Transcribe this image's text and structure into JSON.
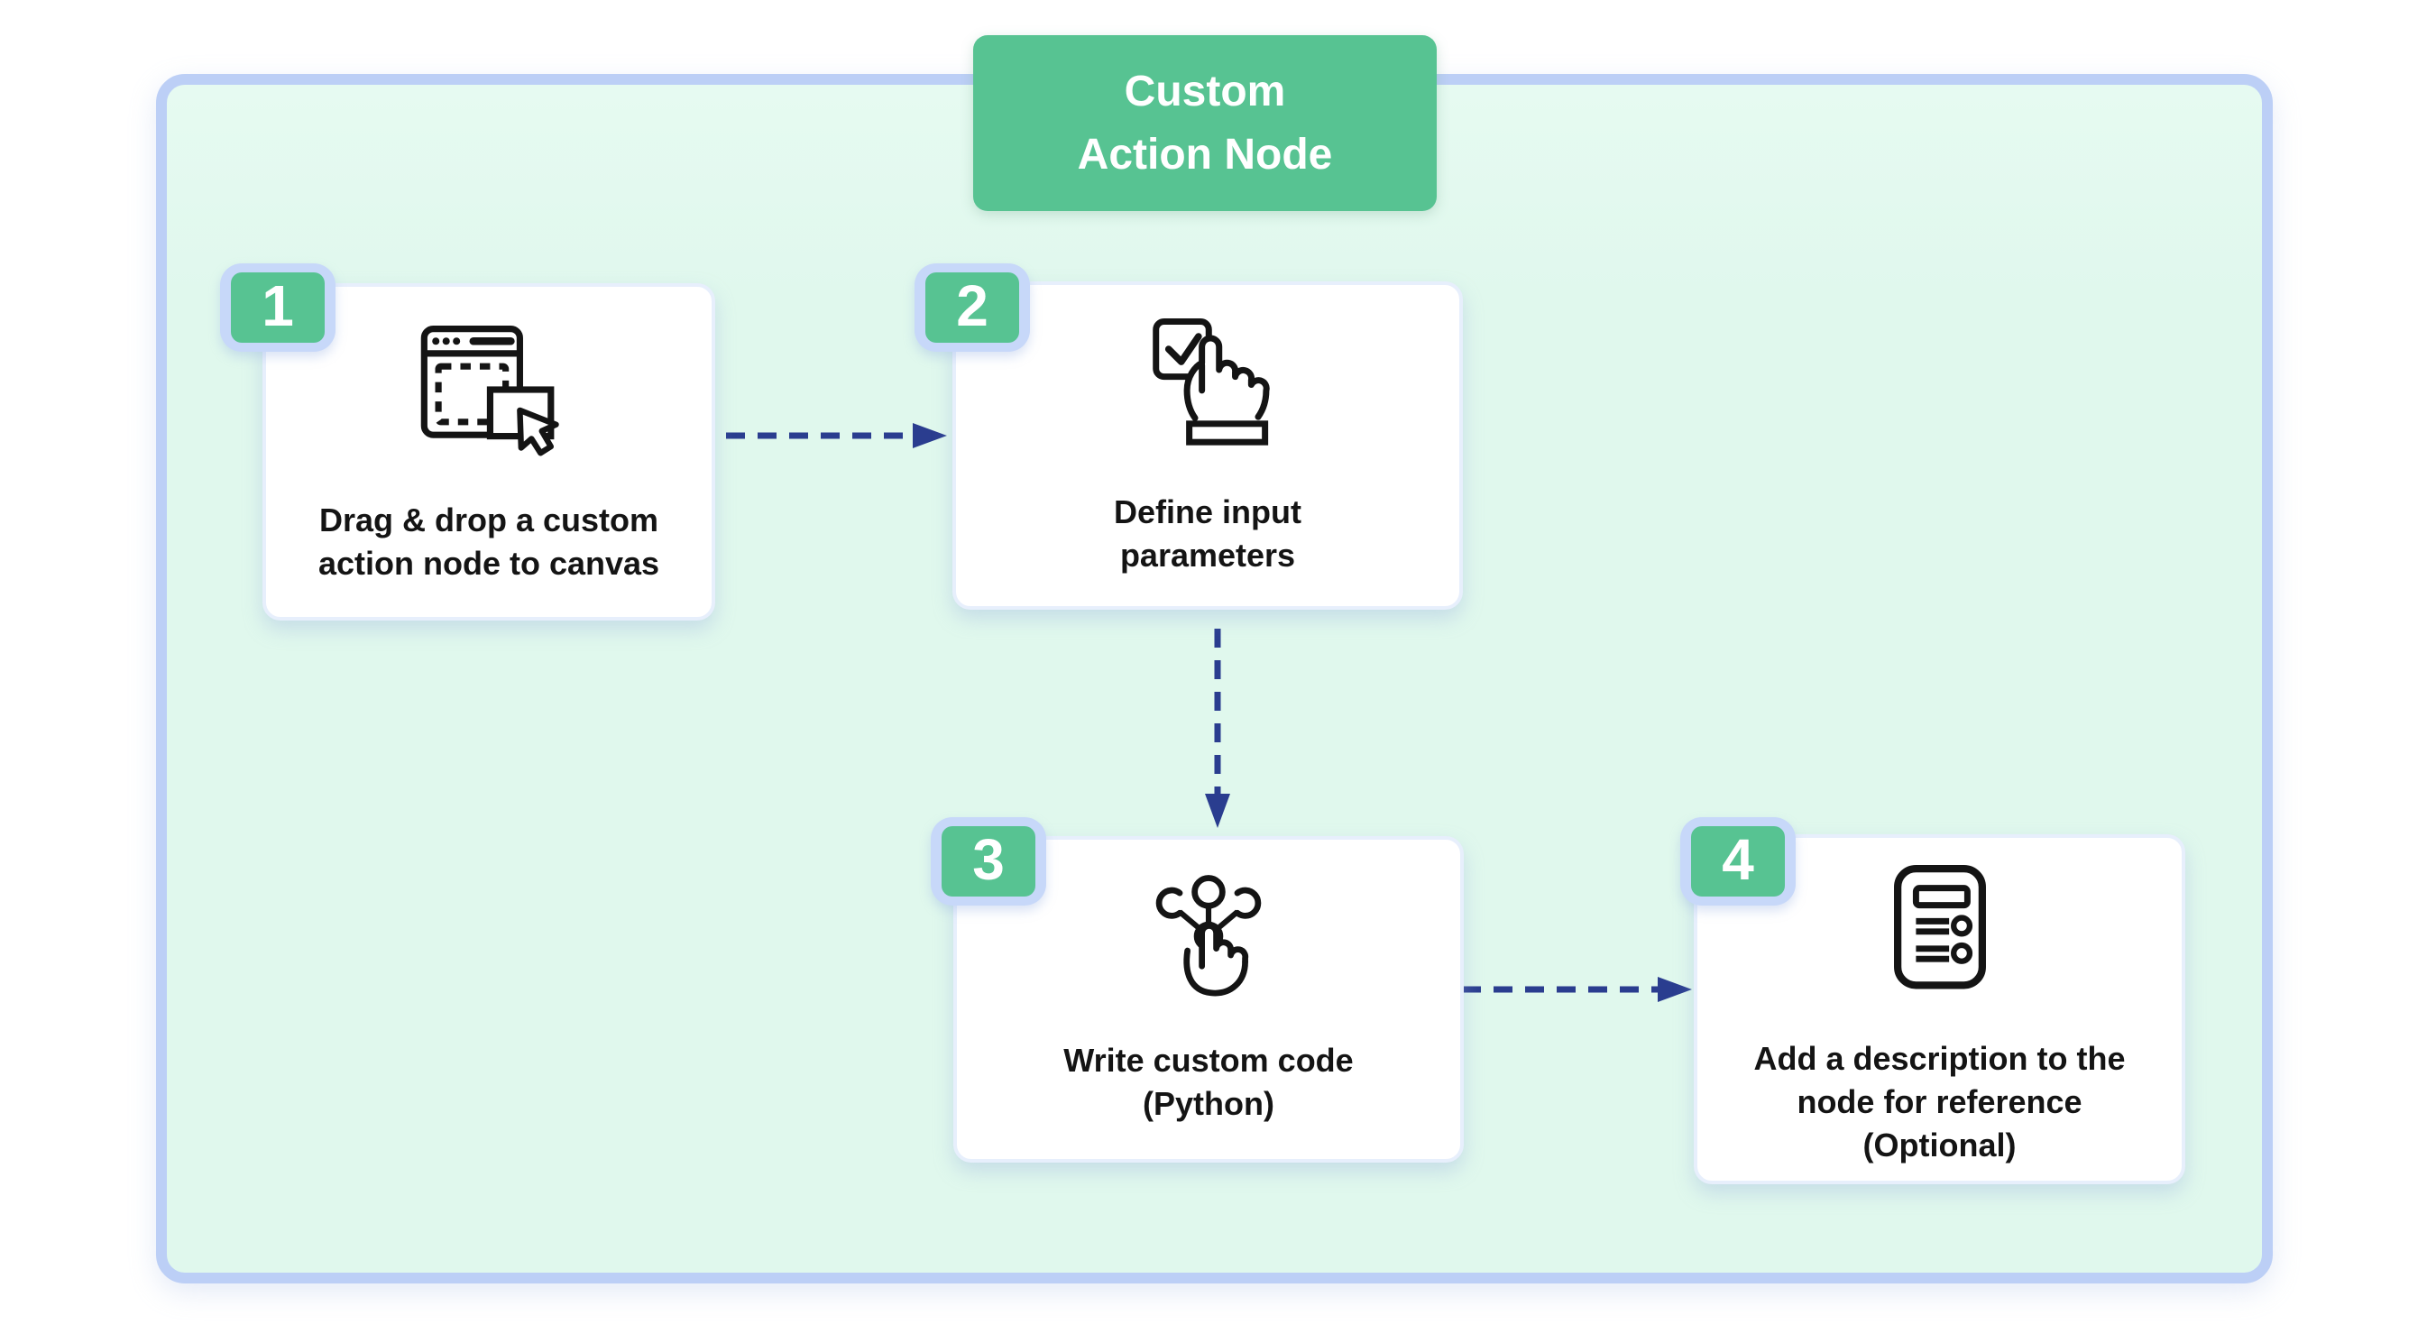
{
  "title_badge": {
    "line1": "Custom",
    "line2": "Action Node"
  },
  "steps": [
    {
      "number": "1",
      "label": "Drag & drop a custom action node to canvas",
      "icon": "drag-drop-icon"
    },
    {
      "number": "2",
      "label": "Define input parameters",
      "icon": "checkbox-tap-icon"
    },
    {
      "number": "3",
      "label": "Write custom code (Python)",
      "icon": "network-tap-icon"
    },
    {
      "number": "4",
      "label": "Add a description to the node for reference (Optional)",
      "icon": "description-list-icon"
    }
  ],
  "arrows": [
    {
      "from": "step-1",
      "to": "step-2",
      "direction": "right",
      "style": "dashed"
    },
    {
      "from": "step-2",
      "to": "step-3",
      "direction": "down",
      "style": "dashed"
    },
    {
      "from": "step-3",
      "to": "step-4",
      "direction": "right",
      "style": "dashed"
    }
  ],
  "colors": {
    "green": "#57C392",
    "mint": "#E0F8ED",
    "frame-border": "#BCCFF6",
    "badge-ring": "#C7D8F9",
    "navy": "#2A3D8F",
    "ink": "#141414",
    "card-border": "#E7EFFC"
  }
}
